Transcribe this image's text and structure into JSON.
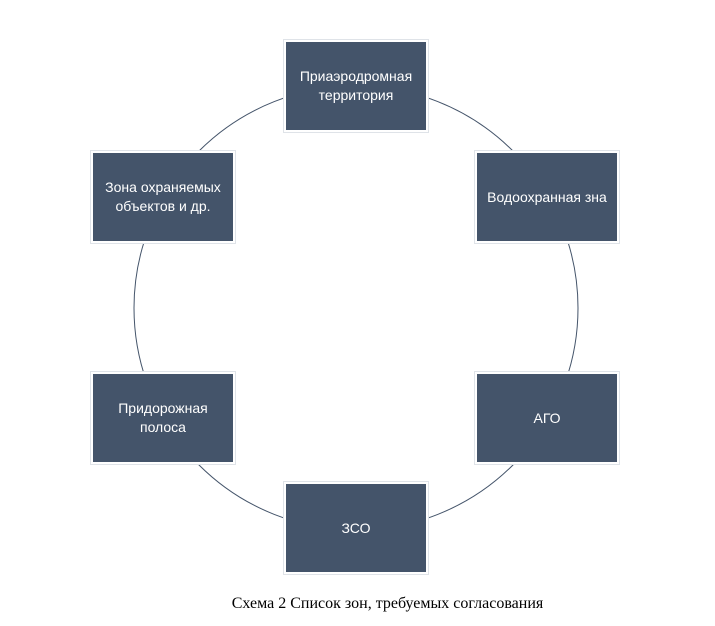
{
  "diagram": {
    "type": "cycle",
    "colors": {
      "node_fill": "#44546a",
      "node_text": "#ffffff",
      "connector": "#44546a"
    },
    "nodes": [
      {
        "id": "n-top",
        "label": "Приаэродромная\nтерритория"
      },
      {
        "id": "n-right1",
        "label": "Водоохранная зна"
      },
      {
        "id": "n-right2",
        "label": "АГО"
      },
      {
        "id": "n-bottom",
        "label": "ЗСО"
      },
      {
        "id": "n-left2",
        "label": "Придорожная\nполоса"
      },
      {
        "id": "n-left1",
        "label": "Зона охраняемых\nобъектов и др."
      }
    ]
  },
  "caption": "Схема 2 Список зон, требуемых согласования"
}
